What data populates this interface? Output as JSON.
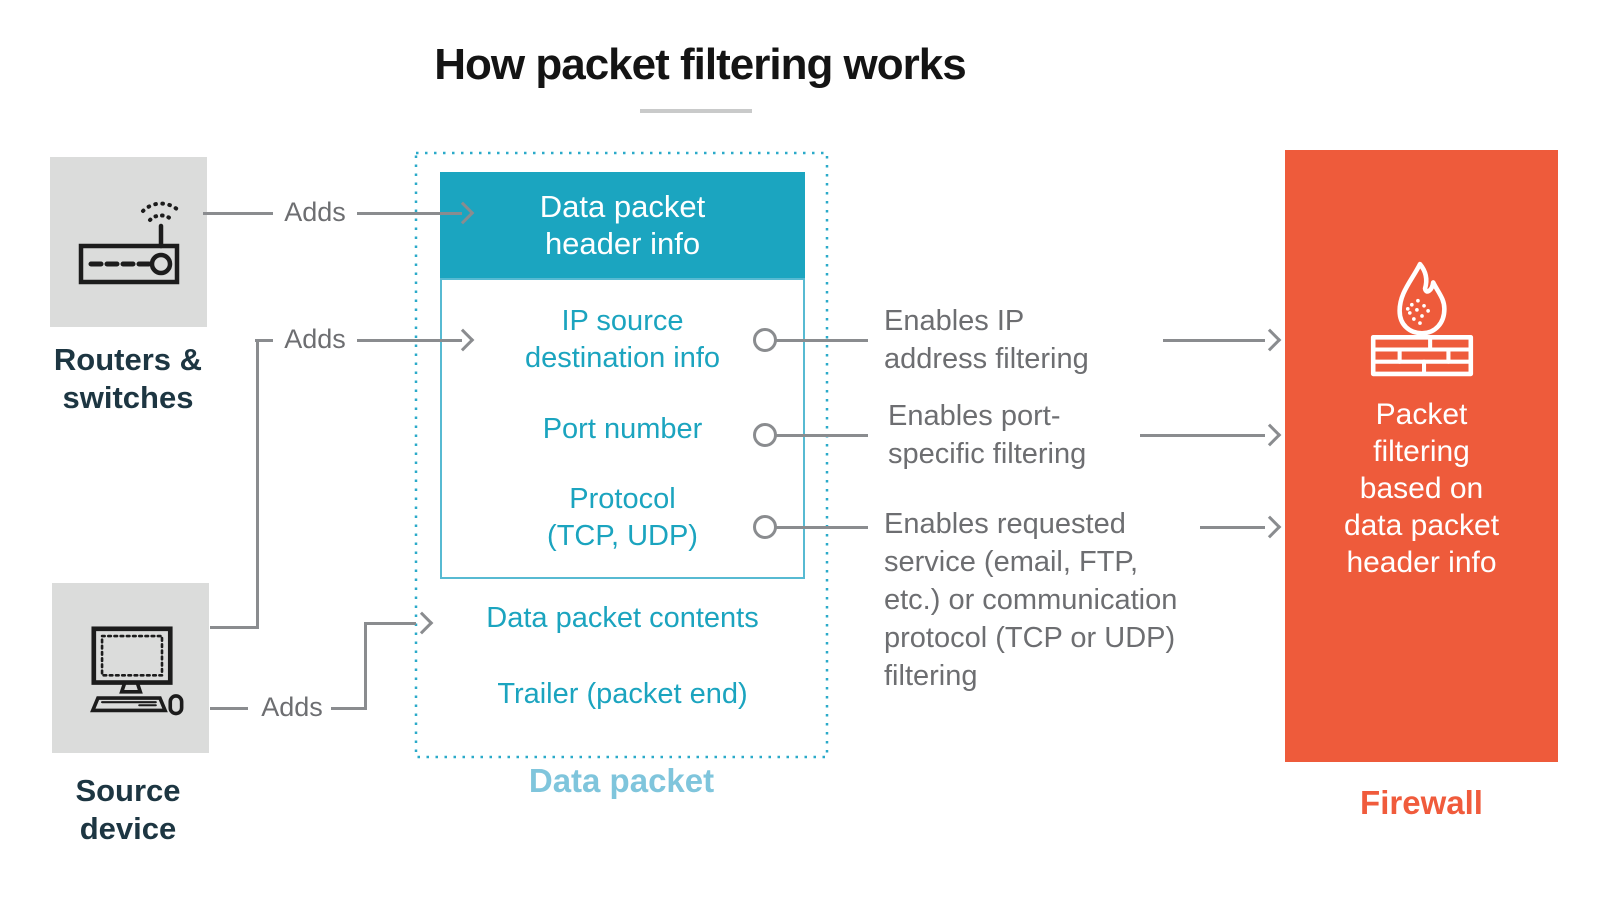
{
  "title": "How packet filtering works",
  "colors": {
    "teal": "#1BA5C0",
    "teal_text": "#1BA4BF",
    "light_blue_caption": "#7FC5DC",
    "orange": "#EE5B3B",
    "dark_label": "#1D3642",
    "gray_line": "#8A8C8F",
    "gray_text": "#6D6E71",
    "source_box_gray": "#DBDCDB"
  },
  "sources": {
    "routers": {
      "label": "Routers &\nswitches",
      "icon": "router-icon"
    },
    "source_device": {
      "label": "Source\ndevice",
      "icon": "desktop-computer-icon"
    }
  },
  "adds_labels": [
    "Adds",
    "Adds",
    "Adds"
  ],
  "data_packet": {
    "caption": "Data packet",
    "header": "Data packet\nheader info",
    "fields": [
      "IP source\ndestination info",
      "Port number",
      "Protocol\n(TCP, UDP)"
    ],
    "contents": "Data packet contents",
    "trailer": "Trailer (packet end)"
  },
  "annotations": [
    "Enables IP\naddress filtering",
    "Enables port-\nspecific filtering",
    "Enables requested\nservice (email, FTP,\netc.) or communication\nprotocol (TCP or UDP)\nfiltering"
  ],
  "firewall": {
    "caption": "Firewall",
    "label": "Packet\nfiltering\nbased on\ndata packet\nheader info",
    "icon": "firewall-flame-icon"
  }
}
